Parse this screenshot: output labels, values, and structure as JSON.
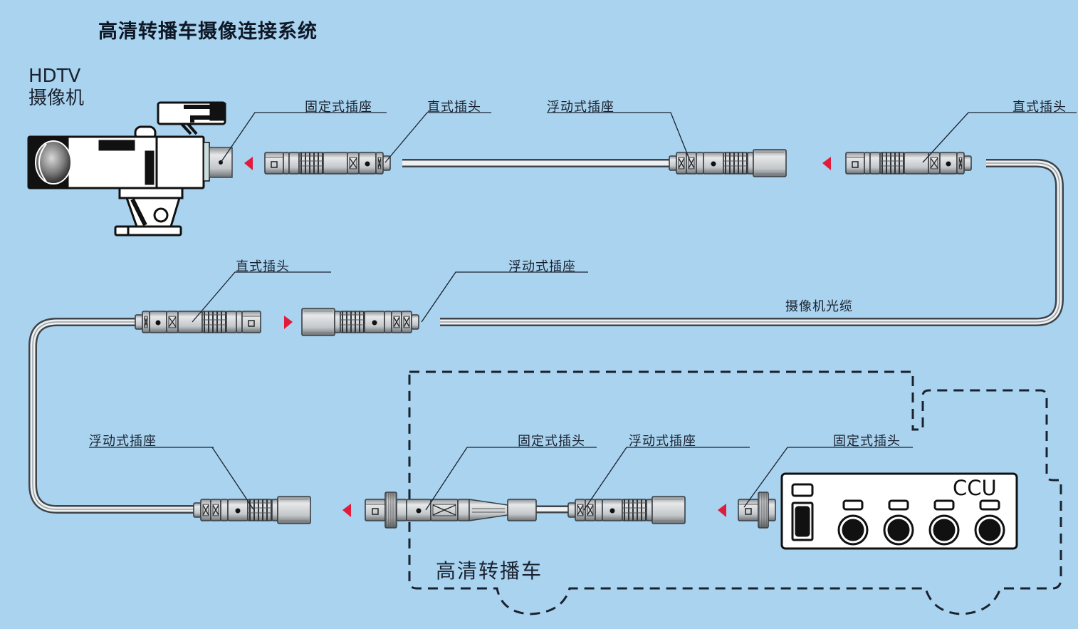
{
  "title": "高清转播车摄像连接系统",
  "camera": {
    "line1": "HDTV",
    "line2": "摄像机"
  },
  "labels": {
    "fixed_socket_camera": "固定式插座",
    "straight_plug_1": "直式插头",
    "floating_socket_1": "浮动式插座",
    "straight_plug_2": "直式插头",
    "straight_plug_3": "直式插头",
    "floating_socket_2": "浮动式插座",
    "cable": "摄像机光缆",
    "floating_socket_3": "浮动式插座",
    "fixed_plug_1": "固定式插头",
    "floating_socket_4": "浮动式插座",
    "fixed_plug_2": "固定式插头"
  },
  "truck": {
    "label": "高清转播车"
  },
  "ccu": {
    "label": "CCU",
    "port_count": 4
  },
  "colors": {
    "background": "#a9d3ee",
    "arrow": "#e01b3c",
    "outline": "#1a2230",
    "connector": "#c9ccce"
  }
}
